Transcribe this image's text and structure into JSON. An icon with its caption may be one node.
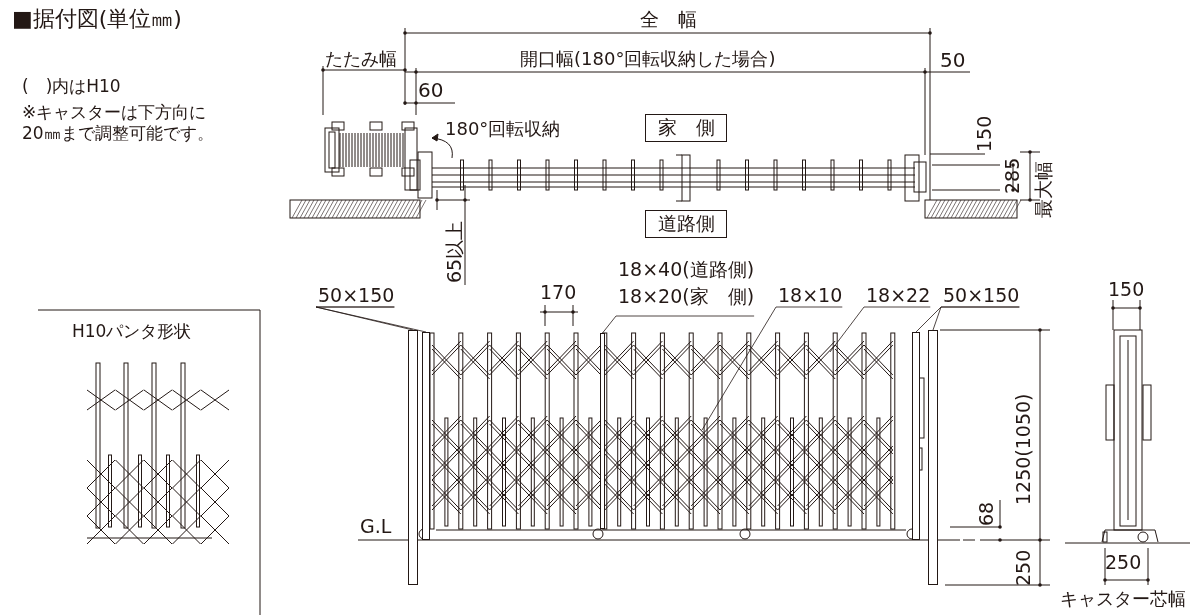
{
  "diagram": {
    "title": "■据付図(単位㎜)",
    "nodes": [
      {
        "text": [
          "家　側"
        ]
      },
      {
        "text": [
          "道路側"
        ]
      },
      {
        "text": [
          "50×150"
        ]
      },
      {
        "text": [],
        "shape": "bar"
      },
      {
        "text": [],
        "shape": "bar"
      },
      {
        "text": [
          "18×40(道路側)",
          "18×20(家　側)"
        ]
      },
      {
        "text": [],
        "shape": "bar"
      },
      {
        "text": [
          "18×10"
        ]
      },
      {
        "text": [
          "18×22"
        ]
      },
      {
        "text": [
          "50×150"
        ]
      },
      {
        "text": [],
        "shape": "bar"
      },
      {
        "text": [],
        "shape": "bar"
      }
    ],
    "edges": [
      {
        "from": 2,
        "to": 3,
        "arrow": "none"
      },
      {
        "from": 2,
        "to": 4,
        "arrow": "none"
      },
      {
        "from": 5,
        "to": 6,
        "arrow": "none"
      },
      {
        "from": 7,
        "to": null,
        "arrow": "none"
      },
      {
        "from": 8,
        "to": null,
        "arrow": "none"
      },
      {
        "from": 9,
        "to": 10,
        "arrow": "none"
      },
      {
        "from": 9,
        "to": 11,
        "arrow": "none"
      }
    ],
    "labels": [
      "(　)内はH10",
      "※キャスターは下方向に20㎜まで調整可能です。",
      "全　幅",
      "たたみ幅",
      "開口幅(180°回転収納した場合)",
      "50",
      "60",
      "180°回転収納",
      "150",
      "285",
      "最大幅",
      "65以上",
      "170",
      "G.L",
      "1250(1050)",
      "68",
      "250",
      "150",
      "250",
      "キャスター芯幅",
      "H10パンタ形状"
    ]
  }
}
